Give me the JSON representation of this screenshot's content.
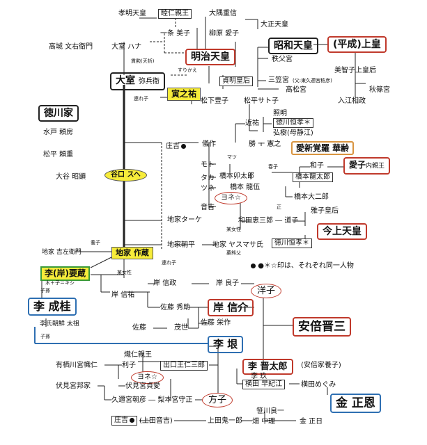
{
  "nodes": {
    "komei": "孝明天皇",
    "mutsuhito": "睦仁親王",
    "ohashi": "大隅重信",
    "taisho": "大正天皇",
    "ichijo": "一条 美子",
    "yanagiwara": "柳原 愛子",
    "showa": "昭和天皇",
    "heisei": "(平成)上皇",
    "takagi": "高城 文右衛門",
    "omuro_hana": "大室 ハナ",
    "chichibu": "秩父宮",
    "meiji": "明治天皇",
    "michiko": "美智子上皇后",
    "sadako": "貞明皇后",
    "mikasa": "三笠宮",
    "mikasa_note": "(父:東久邇宮稔彦)",
    "takamatsu": "高松宮",
    "akishino": "秋篠宮",
    "iriebou": "入江相政",
    "kanbai": "貫勲(天祈)",
    "omuro": "大室",
    "omuro_sub": "弥兵衛",
    "surikae": "すりかえ",
    "toranosuke": "寅之祐",
    "tsurego1": "連れ子",
    "matsushita": "松下豊子",
    "matsuhira": "松平サト子",
    "tokugawa": "徳川家",
    "shoumei": "照明",
    "chikasuke": "近祐",
    "tokugawa_tsunetaka": "徳川恒孝＊",
    "mito": "水戸 頼房",
    "hiroki": "弘樹(母静江)",
    "shokichi": "庄吉",
    "gisaku": "儀作",
    "katsu": "勝 一 憲之",
    "aisin": "愛新覚羅 華齢",
    "matsudaira_yorishige": "松平 頼重",
    "matsu": "マツ",
    "wako": "和子",
    "aiko": "愛子",
    "aiko_sub": "内親王",
    "moto": "モト",
    "hashimoto_bo": "橋本卯太郎",
    "haruko": "春子",
    "hashimoto_ryu": "橋本龍太郎",
    "otani": "大谷 昭顕",
    "taniguchi": "谷口 スヘ",
    "taka": "タカ",
    "tsune": "ツネ",
    "hashimoto_ryuo": "橋本 龍伍",
    "otoyoshi": "音吉",
    "yone1": "ヨネ☆",
    "hashimoto_daijiro": "橋本大二郎",
    "sei": "正",
    "masako": "雅子皇后",
    "chike_taake": "地家ターケ",
    "wada": "和田恵三郎",
    "michiko2": "道子",
    "reigou": "今上天皇",
    "bouseisei": "某女性",
    "yashiki": "養子",
    "chike_kichi": "地家 吉左衛門",
    "chike_sakuzo": "地家 作蔵",
    "chike_tomohei": "地家朝平",
    "chike_yasumasa": "地家 ヤスマサ氏",
    "tokugawa_tsunetaka2": "徳川恒孝＊",
    "kyoushi": "菓熊父",
    "ri_hanzo": "李(岸)要蔵",
    "tsurego2": "連れ子",
    "bouseisei2": "某女性",
    "kinoko": "木＋子＝キシ",
    "legend": "●＊☆印は、それぞれ同一人物",
    "shishi1": "子孫",
    "ri_seikei": "李 成桂",
    "kishi_nobusuke_f": "岸 信祐",
    "kishi_nobumasa": "岸 信政",
    "kishi_yoshiko": "岸 良子",
    "yoko": "洋子",
    "ri_taiso": "李氏朝鮮 太祖",
    "sato_hideyoshi": "佐藤 秀助",
    "kishi_nobusuke": "岸 信介",
    "abe": "安倍晋三",
    "sato": "佐藤",
    "shigeyo": "茂世",
    "sato_eisaku": "佐藤 栄作",
    "shishi2": "子孫",
    "ri_gen": "李 垠",
    "takahito": "熾仁親王",
    "arisugawa": "有栖川宮幟仁",
    "riko": "利子",
    "ideguchi": "出口王仁三郎",
    "ri_shintaro": "李 晋太郎",
    "abe_note": "(安倍家養子)",
    "yone2": "ヨネ☆",
    "ri_ku": "李 玖",
    "fushimi_ke": "伏見宮邦家",
    "fushimi_sada": "伏見宮貞愛",
    "yokota_sakie": "横田 早紀江",
    "yokota_megumi": "横田めぐみ",
    "kuni_asahiko": "久邇宮朝彦",
    "nashimoto": "梨本宮守正",
    "masako_ri": "方子",
    "kim": "金 正恩",
    "sasagawa": "笹川良一",
    "hata": "畑 中理",
    "kim_il": "金 正日",
    "shokichi2": "庄吉",
    "ueda_otoyoshi": "(上田音吉)",
    "ueda_kiichiro": "上田鬼一郎"
  }
}
